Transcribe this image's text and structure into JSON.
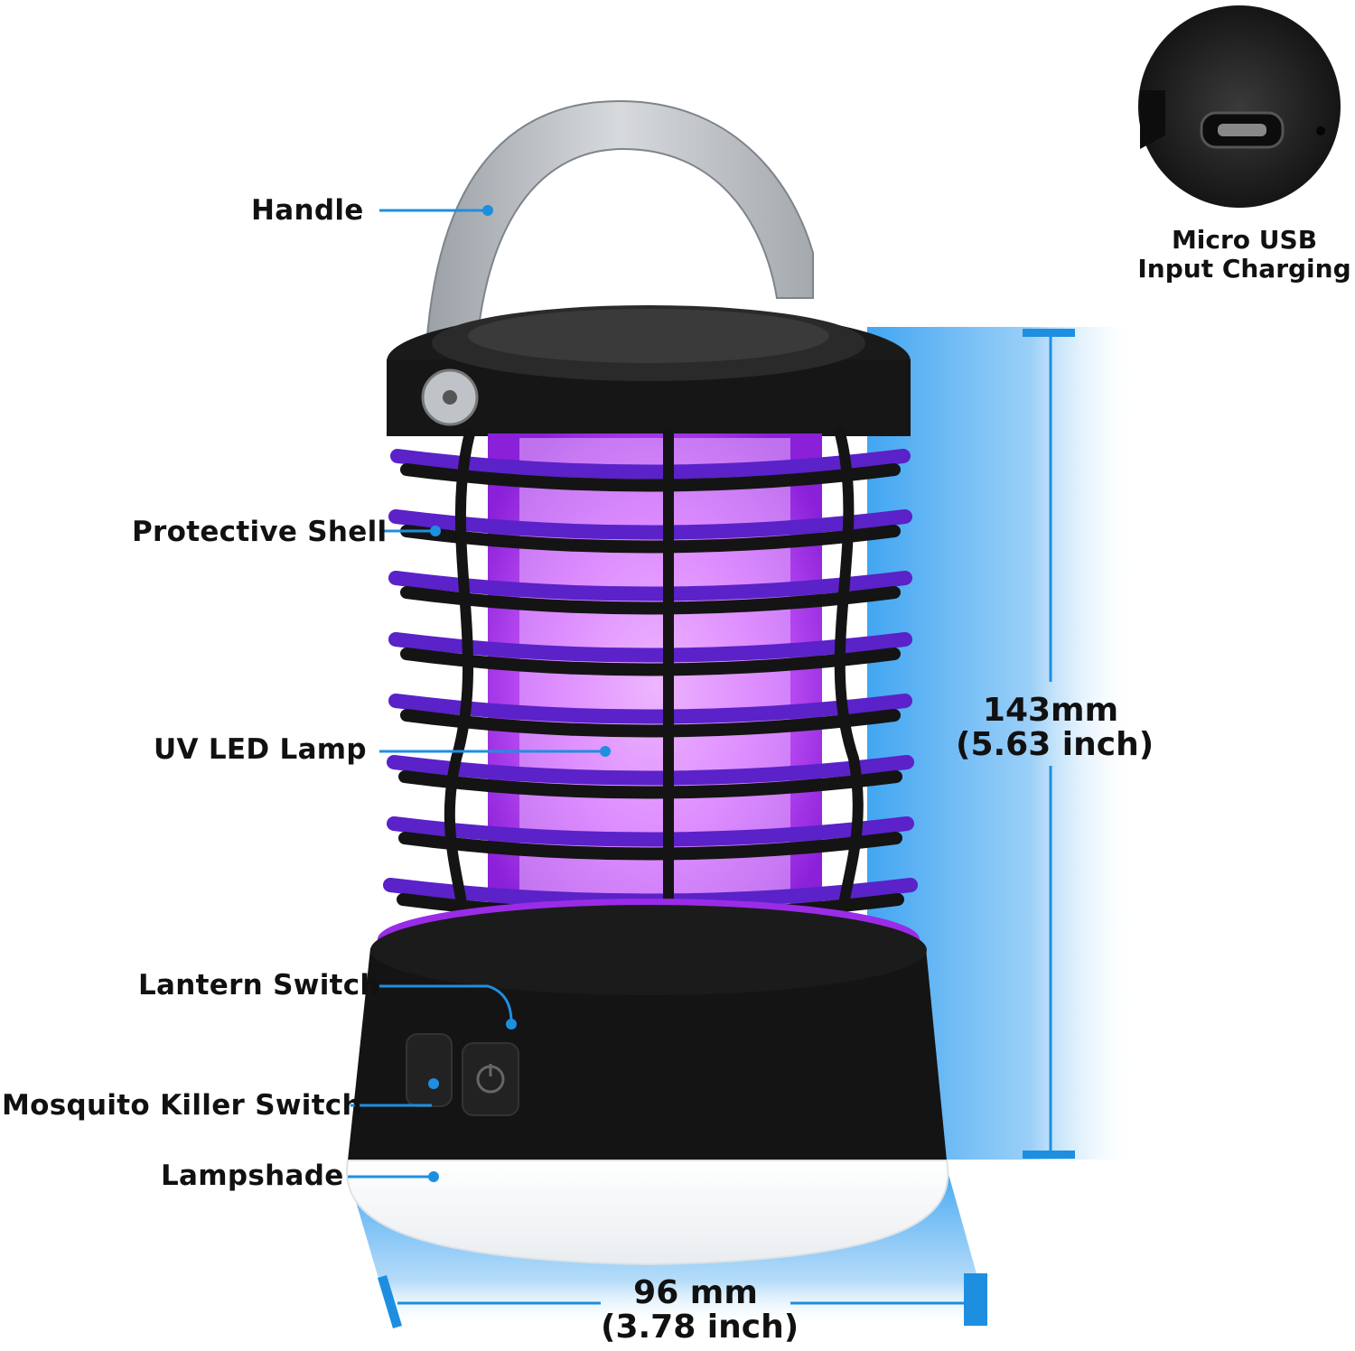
{
  "labels": {
    "handle": "Handle",
    "protective_shell": "Protective Shell",
    "uv_led_lamp": "UV LED Lamp",
    "lantern_switch": "Lantern Switch",
    "mosquito_killer_switch": "Mosquito Killer Switch",
    "lampshade": "Lampshade"
  },
  "usb": {
    "line1": "Micro USB",
    "line2": "Input Charging"
  },
  "height_dim": {
    "metric": "143mm",
    "imperial": "(5.63 inch)"
  },
  "width_dim": {
    "metric": "96 mm",
    "imperial": "(3.78 inch)"
  },
  "colors": {
    "accent": "#1e8fe0",
    "cage": "#5a22c8",
    "glow": "#c040ff",
    "body": "#111111"
  }
}
